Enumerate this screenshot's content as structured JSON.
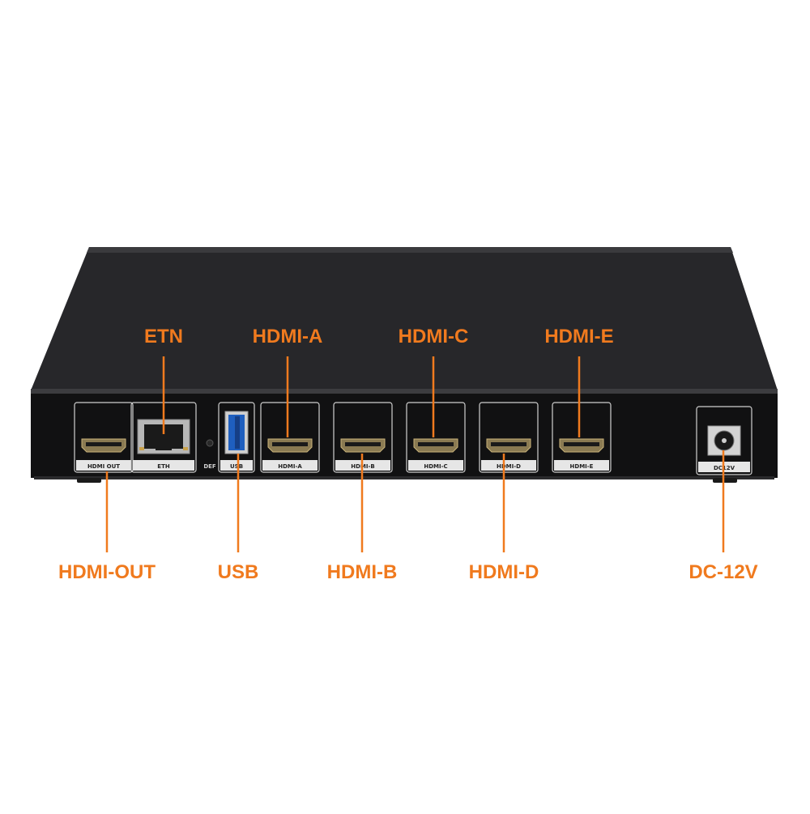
{
  "colors": {
    "accent": "#f07a1e",
    "chassis": "#1c1c1e",
    "panel": "#0f0f10",
    "background": "#ffffff"
  },
  "callouts": {
    "etn": "ETN",
    "hdmi_a": "HDMI-A",
    "hdmi_c": "HDMI-C",
    "hdmi_e": "HDMI-E",
    "hdmi_out": "HDMI-OUT",
    "usb": "USB",
    "hdmi_b": "HDMI-B",
    "hdmi_d": "HDMI-D",
    "dc_12v": "DC-12V"
  },
  "port_labels": {
    "hdmi_out": "HDMI OUT",
    "eth": "ETH",
    "def": "DEF",
    "usb": "USB",
    "hdmi_a": "HDMI-A",
    "hdmi_b": "HDMI-B",
    "hdmi_c": "HDMI-C",
    "hdmi_d": "HDMI-D",
    "hdmi_e": "HDMI-E",
    "dc12v": "DC12V"
  }
}
